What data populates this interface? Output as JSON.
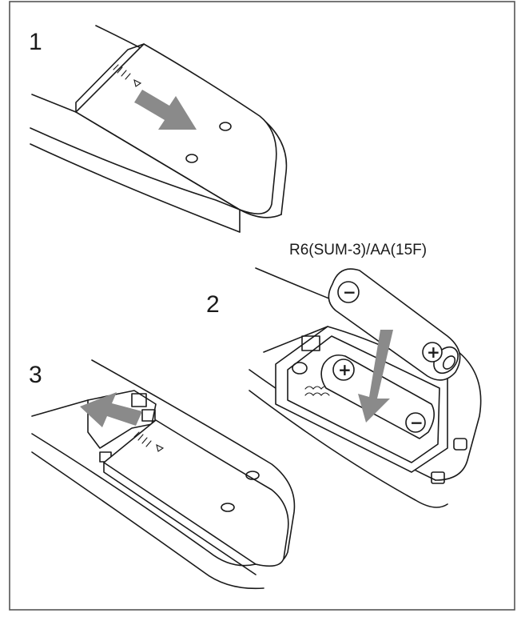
{
  "steps": [
    {
      "number": "1"
    },
    {
      "number": "2"
    },
    {
      "number": "3"
    }
  ],
  "battery": {
    "label": "R6(SUM-3)/AA(15F)",
    "plus_symbol": "+",
    "minus_symbol": "−"
  },
  "colors": {
    "frame_border": "#555555",
    "outline": "#1a1a1a",
    "arrow": "#8a8a8a",
    "background": "#ffffff"
  },
  "icons": {
    "step1_arrow": "slide-right-arrow",
    "step2_arrow": "insert-down-arrow",
    "step3_arrow": "slide-left-arrow"
  }
}
